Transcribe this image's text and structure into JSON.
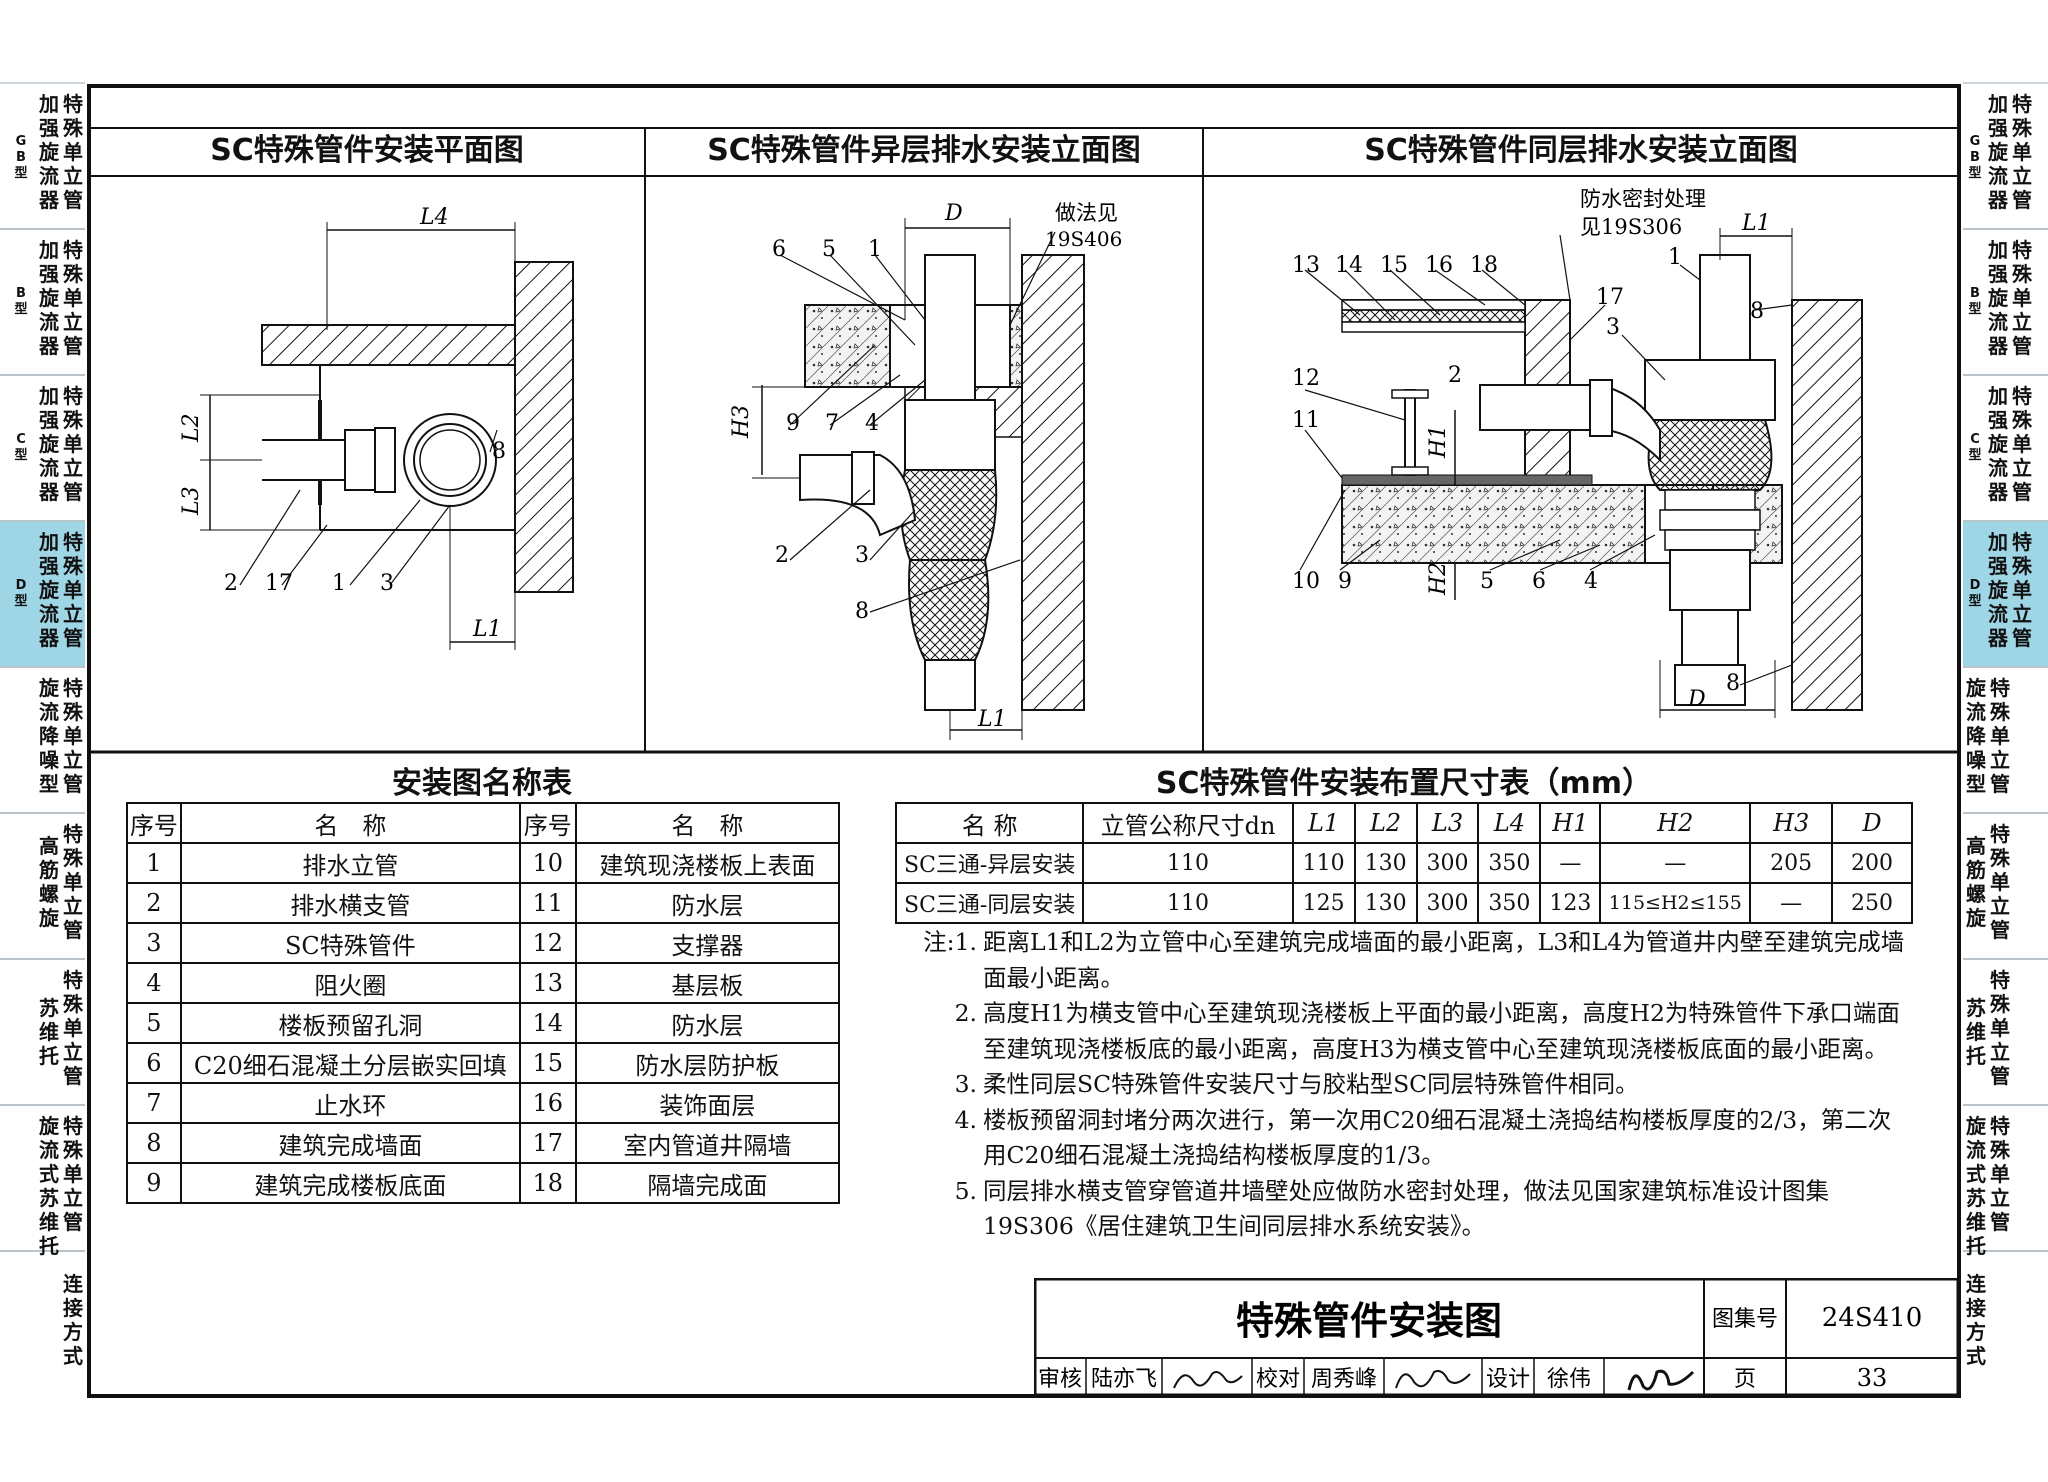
{
  "side_tabs_left": [
    {
      "main": "加强旋流器",
      "sub": "特殊单立管",
      "code": "GB型"
    },
    {
      "main": "加强旋流器",
      "sub": "特殊单立管",
      "code": "B型"
    },
    {
      "main": "加强旋流器",
      "sub": "特殊单立管",
      "code": "C型"
    },
    {
      "main": "加强旋流器",
      "sub": "特殊单立管",
      "code": "D型"
    },
    {
      "main": "旋流降噪型",
      "sub": "特殊单立管",
      "code": ""
    },
    {
      "main": "高筋螺旋",
      "sub": "特殊单立管",
      "code": ""
    },
    {
      "main": "苏维托",
      "sub": "特殊单立管",
      "code": ""
    },
    {
      "main": "旋流式苏维托",
      "sub": "特殊单立管",
      "code": ""
    },
    {
      "main": "连接方式",
      "sub": "",
      "code": ""
    }
  ],
  "panels": {
    "plan_title": "SC特殊管件安装平面图",
    "diff_title": "SC特殊管件异层排水安装立面图",
    "same_title": "SC特殊管件同层排水安装立面图"
  },
  "diagram_labels": {
    "plan": {
      "L4": "L4",
      "L2": "L2",
      "L3": "L3",
      "L1": "L1",
      "n8": "8",
      "n2": "2",
      "n17": "17",
      "n1": "1",
      "n3": "3"
    },
    "diff": {
      "D": "D",
      "note1": "做法见",
      "note2": "19S406",
      "n6": "6",
      "n5": "5",
      "n1": "1",
      "H3": "H3",
      "n9": "9",
      "n7": "7",
      "n4": "4",
      "n2": "2",
      "n3": "3",
      "n8": "8",
      "L1": "L1"
    },
    "same": {
      "note1": "防水密封处理",
      "note2": "见19S306",
      "L1": "L1",
      "n13": "13",
      "n14": "14",
      "n15": "15",
      "n16": "16",
      "n18": "18",
      "n17": "17",
      "n1": "1",
      "n8": "8",
      "n3": "3",
      "n12": "12",
      "n2": "2",
      "n11": "11",
      "H1": "H1",
      "H2": "H2",
      "n10": "10",
      "n9": "9",
      "n5": "5",
      "n6": "6",
      "n4": "4",
      "D": "D",
      "n8b": "8"
    }
  },
  "names_table": {
    "title": "安装图名称表",
    "headers": [
      "序号",
      "名　称",
      "序号",
      "名　称"
    ],
    "rows": [
      [
        "1",
        "排水立管",
        "10",
        "建筑现浇楼板上表面"
      ],
      [
        "2",
        "排水横支管",
        "11",
        "防水层"
      ],
      [
        "3",
        "SC特殊管件",
        "12",
        "支撑器"
      ],
      [
        "4",
        "阻火圈",
        "13",
        "基层板"
      ],
      [
        "5",
        "楼板预留孔洞",
        "14",
        "防水层"
      ],
      [
        "6",
        "C20细石混凝土分层嵌实回填",
        "15",
        "防水层防护板"
      ],
      [
        "7",
        "止水环",
        "16",
        "装饰面层"
      ],
      [
        "8",
        "建筑完成墙面",
        "17",
        "室内管道井隔墙"
      ],
      [
        "9",
        "建筑完成楼板底面",
        "18",
        "隔墙完成面"
      ]
    ]
  },
  "dims_table": {
    "title": "SC特殊管件安装布置尺寸表（mm）",
    "headers": [
      "名 称",
      "立管公称尺寸dn",
      "L1",
      "L2",
      "L3",
      "L4",
      "H1",
      "H2",
      "H3",
      "D"
    ],
    "rows": [
      [
        "SC三通-异层安装",
        "110",
        "110",
        "130",
        "300",
        "350",
        "—",
        "—",
        "205",
        "200"
      ],
      [
        "SC三通-同层安装",
        "110",
        "125",
        "130",
        "300",
        "350",
        "123",
        "115≤H2≤155",
        "—",
        "250"
      ]
    ]
  },
  "notes": [
    {
      "label": "注:1.",
      "text": "距离L1和L2为立管中心至建筑完成墙面的最小距离，L3和L4为管道井内壁至建筑完成墙面最小距离。"
    },
    {
      "label": "2.",
      "text": "高度H1为横支管中心至建筑现浇楼板上平面的最小距离，高度H2为特殊管件下承口端面至建筑现浇楼板底的最小距离，高度H3为横支管中心至建筑现浇楼板底面的最小距离。"
    },
    {
      "label": "3.",
      "text": "柔性同层SC特殊管件安装尺寸与胶粘型SC同层特殊管件相同。"
    },
    {
      "label": "4.",
      "text": "楼板预留洞封堵分两次进行，第一次用C20细石混凝土浇捣结构楼板厚度的2/3，第二次用C20细石混凝土浇捣结构楼板厚度的1/3。"
    },
    {
      "label": "5.",
      "text": "同层排水横支管穿管道井墙壁处应做防水密封处理，做法见国家建筑标准设计图集19S306《居住建筑卫生间同层排水系统安装》。"
    }
  ],
  "title_block": {
    "drawing_title": "特殊管件安装图",
    "atlas_label": "图集号",
    "atlas_no": "24S410",
    "review_label": "审核",
    "reviewer": "陆亦飞",
    "check_label": "校对",
    "checker": "周秀峰",
    "design_label": "设计",
    "designer": "徐伟",
    "page_label": "页",
    "page_no": "33"
  }
}
